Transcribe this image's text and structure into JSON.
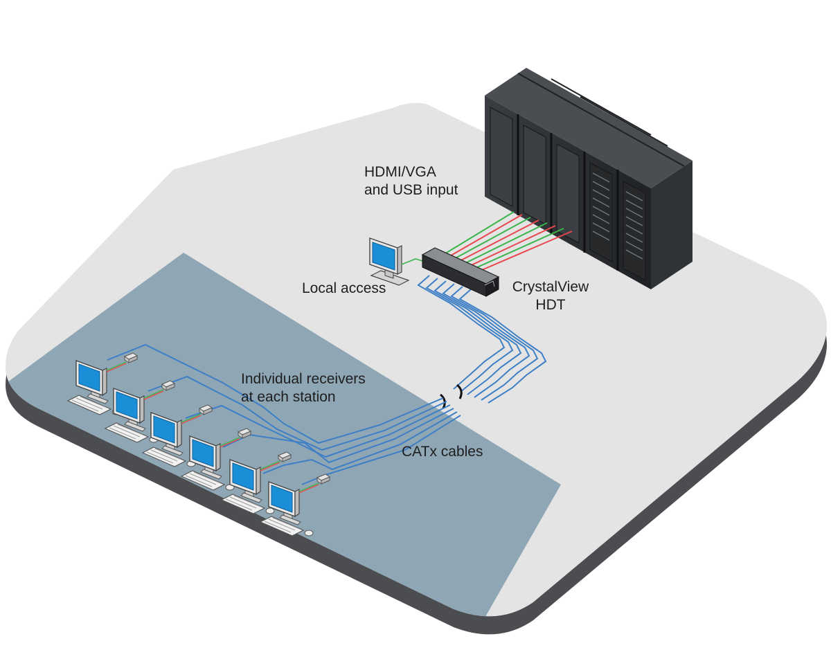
{
  "labels": {
    "input_line1": "HDMI/VGA",
    "input_line2": "and USB input",
    "local_access": "Local access",
    "device_line1": "CrystalView",
    "device_line2": "HDT",
    "receivers_line1": "Individual receivers",
    "receivers_line2": "at each station",
    "cables": "CATx cables"
  },
  "colors": {
    "floor_light": "#e4e4e4",
    "floor_blue": "#8fa6b5",
    "floor_edge": "#4b4d50",
    "cable_blue": "#3d7fc6",
    "cable_green": "#39b54a",
    "cable_red": "#e8474c",
    "monitor_screen": "#1a8fd8",
    "server_rack": "#2a2c30"
  },
  "icons": {
    "server_racks": "server-rack-icon",
    "kvm_device": "kvm-extender-icon",
    "local_monitor": "monitor-icon",
    "workstations": "workstation-icon"
  }
}
